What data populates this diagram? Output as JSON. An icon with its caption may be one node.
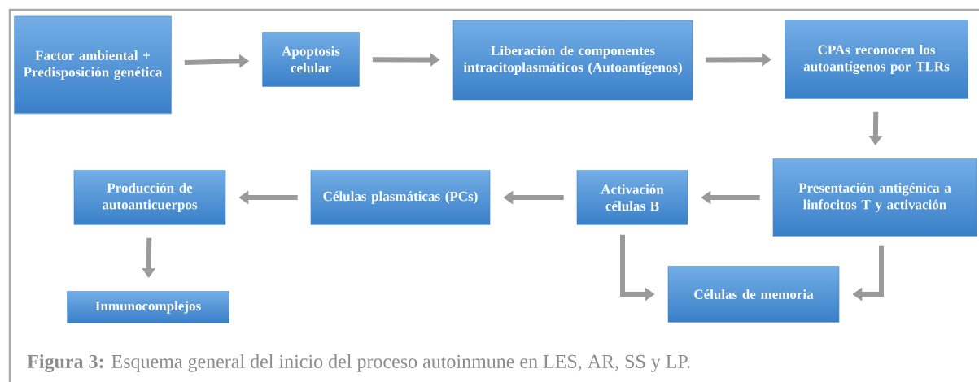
{
  "diagram": {
    "caption": "**Figura 3:** Esquema general del inicio del proceso autoinmune en LES, AR, SS y LP.",
    "nodes": [
      {
        "text": [
          "Factor ambiental + Predisposición genética"
        ]
      },
      {
        "text": [
          "Apoptosis celular"
        ]
      },
      {
        "text": [
          "Liberación de componentes intracitoplasmáticos (Autoantígenos)"
        ]
      },
      {
        "text": [
          "CPAs reconocen los autoantígenos por TLRs"
        ]
      },
      {
        "text": [
          "Presentación antigénica a linfocitos T y activación"
        ]
      },
      {
        "text": [
          "Activación células B"
        ]
      },
      {
        "text": [
          "Células plasmáticas (PCs)"
        ]
      },
      {
        "text": [
          "Producción de autoanticuerpos"
        ]
      },
      {
        "text": [
          "Inmunocomplejos"
        ]
      },
      {
        "text": [
          "Células de memoria"
        ]
      }
    ],
    "edges": [
      {
        "from": 0,
        "to": 1,
        "arrow": "to"
      },
      {
        "from": 1,
        "to": 2,
        "arrow": "to"
      },
      {
        "from": 2,
        "to": 3,
        "arrow": "to"
      },
      {
        "from": 3,
        "to": 4,
        "arrow": "to"
      },
      {
        "from": 4,
        "to": 5,
        "arrow": "to"
      },
      {
        "from": 5,
        "to": 6,
        "arrow": "to"
      },
      {
        "from": 6,
        "to": 7,
        "arrow": "to"
      },
      {
        "from": 7,
        "to": 8,
        "arrow": "to"
      },
      {
        "from": 5,
        "to": 9,
        "arrow": "to"
      },
      {
        "from": 4,
        "to": 9,
        "arrow": "to"
      }
    ]
  }
}
